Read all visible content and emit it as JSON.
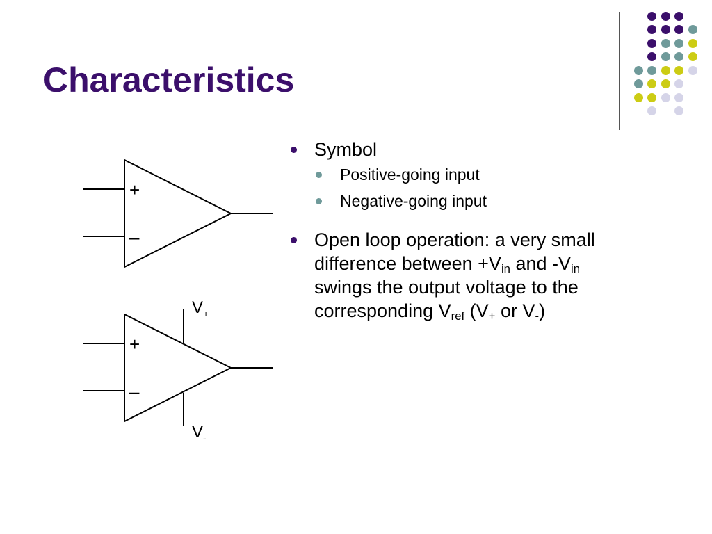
{
  "slide": {
    "title": "Characteristics"
  },
  "decoration": {
    "dot_palette": {
      "purple": "#3b0f6b",
      "teal": "#6f9a9a",
      "yellow": "#cccc14",
      "lavender": "#d5d4e8"
    }
  },
  "diagram": {
    "opamp1": {
      "plus_sign": "+",
      "minus_sign": "–"
    },
    "opamp2": {
      "plus_sign": "+",
      "minus_sign": "–",
      "vplus_main": "V",
      "vplus_sub": "+",
      "vminus_main": "V",
      "vminus_sub": "-"
    }
  },
  "bullets": {
    "symbol": {
      "text": "Symbol",
      "subitems": [
        "Positive-going input",
        "Negative-going input"
      ]
    },
    "open_loop": {
      "t1": "Open loop operation:  a very small difference between +V",
      "s1": "in",
      "t2": " and -V",
      "s2": "in",
      "t3": " swings the output voltage to the corresponding V",
      "s3": "ref",
      "t4": " (V",
      "s4": "+",
      "t5": " or V",
      "s5": "-",
      "t6": ")"
    }
  },
  "colors": {
    "title": "#3b0f6b",
    "bullet_main": "#3b0f6b",
    "bullet_sub": "#6f9a9a"
  }
}
